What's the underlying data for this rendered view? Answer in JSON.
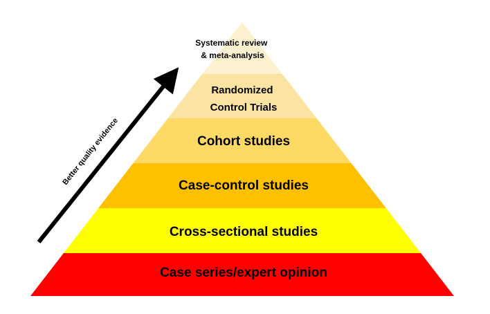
{
  "diagram": {
    "arrow_label": "Better quality evidence",
    "tiers": [
      {
        "lines": [
          "Systematic review",
          "& meta-analysis"
        ],
        "color": "#fdf1cf"
      },
      {
        "lines": [
          "Randomized",
          "Control Trials"
        ],
        "color": "#fbe3a1"
      },
      {
        "lines": [
          "Cohort studies"
        ],
        "color": "#ffd966"
      },
      {
        "lines": [
          "Case-control studies"
        ],
        "color": "#ffc000"
      },
      {
        "lines": [
          "Cross-sectional studies"
        ],
        "color": "#ffff00"
      },
      {
        "lines": [
          "Case series/expert opinion"
        ],
        "color": "#ff0000"
      }
    ]
  }
}
